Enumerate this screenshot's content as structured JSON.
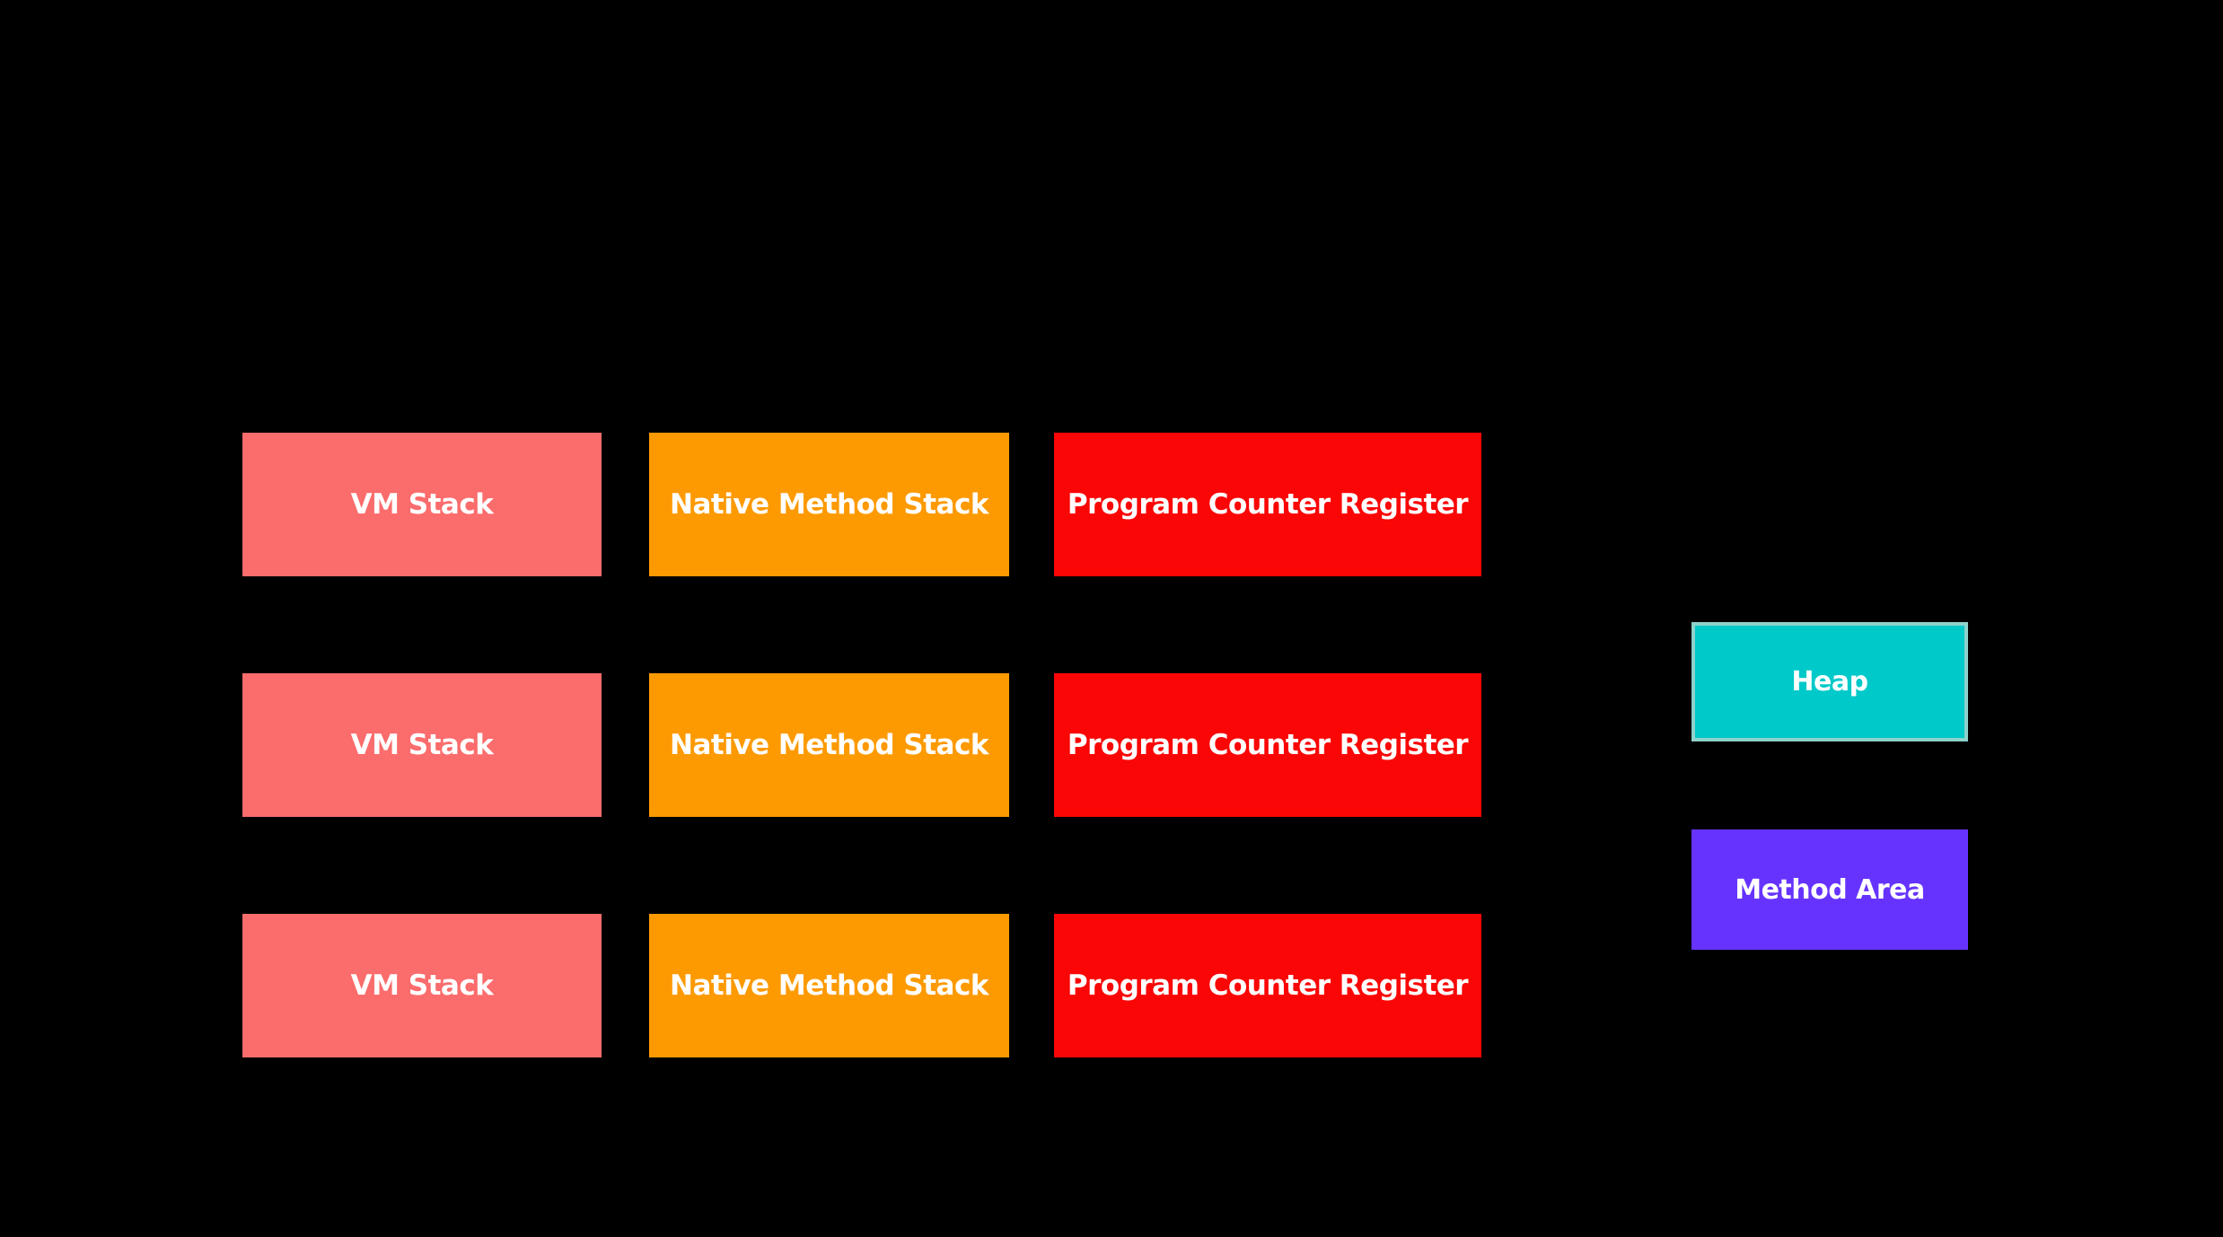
{
  "diagram": {
    "background": "#000000",
    "text_color": "#ffffff",
    "rows": [
      {
        "boxes": [
          {
            "label": "VM Stack",
            "color": "#fb6c6c"
          },
          {
            "label": "Native Method Stack",
            "color": "#fd9a01"
          },
          {
            "label": "Program Counter Register",
            "color": "#fa0606"
          }
        ]
      },
      {
        "boxes": [
          {
            "label": "VM Stack",
            "color": "#fb6c6c"
          },
          {
            "label": "Native Method Stack",
            "color": "#fd9a01"
          },
          {
            "label": "Program Counter Register",
            "color": "#fa0606"
          }
        ]
      },
      {
        "boxes": [
          {
            "label": "VM Stack",
            "color": "#fb6c6c"
          },
          {
            "label": "Native Method Stack",
            "color": "#fd9a01"
          },
          {
            "label": "Program Counter Register",
            "color": "#fa0606"
          }
        ]
      }
    ],
    "memory_areas": [
      {
        "label": "Heap",
        "color": "#00c9c9",
        "border_color": "#8ed2cc"
      },
      {
        "label": "Method Area",
        "color": "#6633fe",
        "border_color": ""
      }
    ]
  }
}
